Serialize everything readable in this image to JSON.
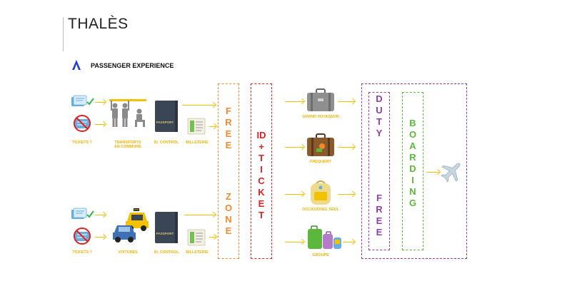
{
  "header": {
    "brand": "THALÈS"
  },
  "section": {
    "title": "PASSENGER EXPERIENCE"
  },
  "top_row": {
    "tickets": "TICKETS ?",
    "transport_l1": "TRANSPORTS",
    "transport_l2": "EN COMMUNS",
    "id_control": "ID. CONTROL",
    "billeterie": "BILLETERIE"
  },
  "bottom_row": {
    "tickets": "TICKETS ?",
    "voitures": "VOITURES",
    "id_control": "ID. CONTROL",
    "billeterie": "BILLETERIE"
  },
  "passport_label": "PASSPORT",
  "taxi_label": "TAXI",
  "zones": {
    "free_zone": {
      "letters_top": [
        "F",
        "R",
        "E",
        "E"
      ],
      "letters_bottom": [
        "Z",
        "O",
        "N",
        "E"
      ],
      "color": "#f08a2c"
    },
    "id_ticket": {
      "letters": [
        "ID",
        "+",
        "T",
        "I",
        "C",
        "K",
        "E",
        "T"
      ],
      "color": "#e02020"
    },
    "duty_free": {
      "letters_top": [
        "D",
        "U",
        "T",
        "Y"
      ],
      "letters_bottom": [
        "F",
        "R",
        "E",
        "E"
      ],
      "color": "#8e3fa8"
    },
    "boarding": {
      "letters": [
        "B",
        "O",
        "A",
        "R",
        "D",
        "I",
        "N",
        "G"
      ],
      "color": "#5cb83a"
    }
  },
  "travellers": [
    {
      "label": "GRAND VOYAGEUR",
      "icon": "suitcase-grey-icon"
    },
    {
      "label": "FREQUENT",
      "icon": "suitcase-brown-icon"
    },
    {
      "label": "OCCASIONEL SEUL",
      "icon": "backpack-icon"
    },
    {
      "label": "GROUPE",
      "icon": "luggage-group-icon"
    }
  ],
  "colors": {
    "arrow": "#f2c200",
    "label": "#f0b400"
  }
}
